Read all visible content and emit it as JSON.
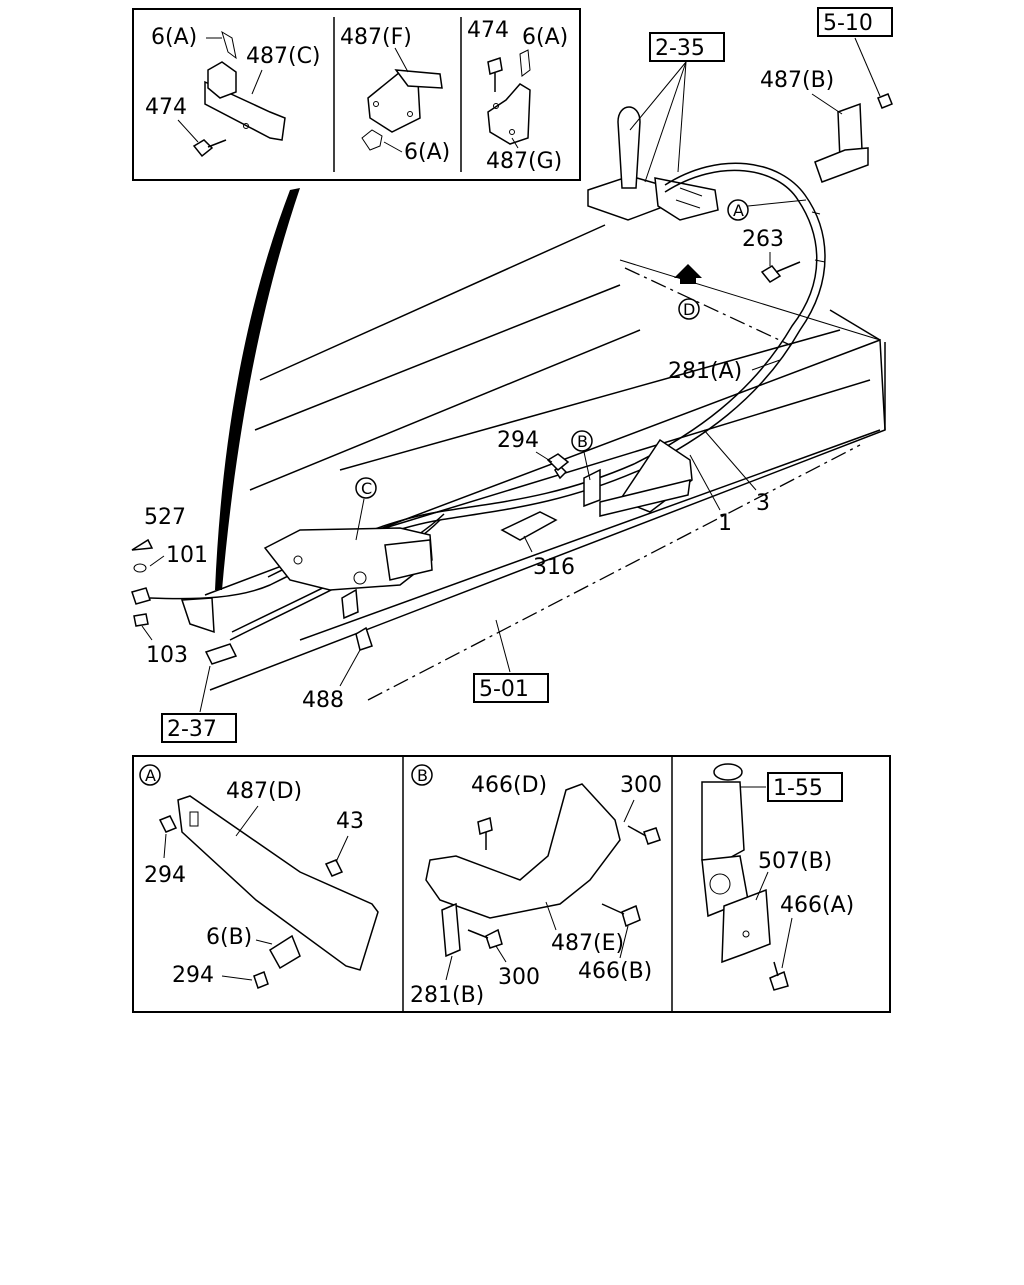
{
  "boxed_refs": {
    "ref_2_35": "2-35",
    "ref_5_10": "5-10",
    "ref_5_01": "5-01",
    "ref_2_37": "2-37",
    "ref_1_55": "1-55"
  },
  "circle_markers": {
    "a": "A",
    "b": "B",
    "c": "C",
    "d": "D"
  },
  "top_inset": {
    "left": {
      "c1": "6(A)",
      "c2": "487(C)",
      "c3": "474"
    },
    "middle": {
      "c1": "487(F)",
      "c2": "6(A)"
    },
    "right": {
      "c1": "474",
      "c2": "6(A)",
      "c3": "487(G)"
    }
  },
  "main_callouts": {
    "c_487b": "487(B)",
    "c_263": "263",
    "c_281a": "281(A)",
    "c_294": "294",
    "c_3": "3",
    "c_1": "1",
    "c_316": "316",
    "c_527": "527",
    "c_101": "101",
    "c_103": "103",
    "c_488": "488"
  },
  "bottom_insets": {
    "a": {
      "c1": "487(D)",
      "c2": "43",
      "c3": "294",
      "c4": "6(B)",
      "c5": "294"
    },
    "b": {
      "c1": "466(D)",
      "c2": "300",
      "c3": "300",
      "c4": "487(E)",
      "c5": "466(B)",
      "c6": "281(B)"
    },
    "c": {
      "c1": "507(B)",
      "c2": "466(A)"
    }
  }
}
